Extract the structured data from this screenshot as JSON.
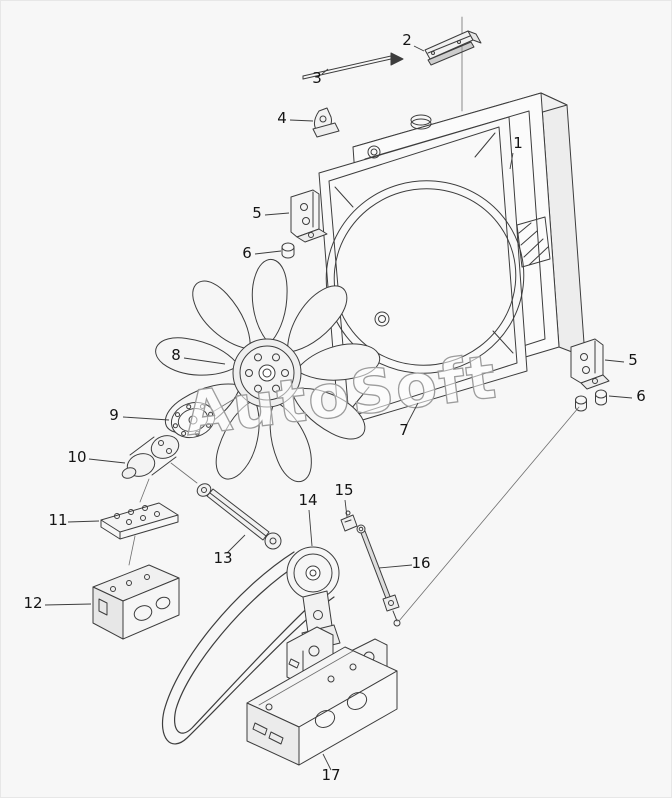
{
  "colors": {
    "page-bg": "#f7f7f7",
    "line": "#3d3d3d",
    "label": "#141414",
    "watermark": "#9c9c9c"
  },
  "watermark": {
    "text": "AutoSoft"
  },
  "callouts": [
    {
      "label": "1"
    },
    {
      "label": "2"
    },
    {
      "label": "3"
    },
    {
      "label": "4"
    },
    {
      "label": "5"
    },
    {
      "label": "6"
    },
    {
      "label": "7"
    },
    {
      "label": "8"
    },
    {
      "label": "9"
    },
    {
      "label": "10"
    },
    {
      "label": "11"
    },
    {
      "label": "12"
    },
    {
      "label": "13"
    },
    {
      "label": "14"
    },
    {
      "label": "15"
    },
    {
      "label": "16"
    },
    {
      "label": "5"
    },
    {
      "label": "6"
    },
    {
      "label": "17"
    }
  ]
}
